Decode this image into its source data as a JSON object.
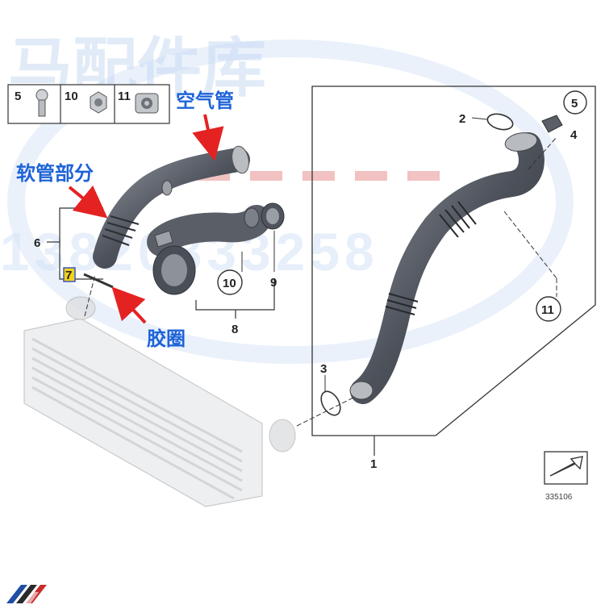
{
  "watermark": {
    "shop_name": "马配件库",
    "phone_partial": "13820833258"
  },
  "legend": {
    "items": [
      {
        "num": "5",
        "icon": "bolt-icon"
      },
      {
        "num": "10",
        "icon": "hex-nut-icon"
      },
      {
        "num": "11",
        "icon": "clip-nut-icon"
      }
    ]
  },
  "annotations": {
    "air_pipe": "空气管",
    "hose_section": "软管部分",
    "gasket": "胶圈"
  },
  "callouts": {
    "n1": "1",
    "n2": "2",
    "n3": "3",
    "n4": "4",
    "n5": "5",
    "n6": "6",
    "n7": "7",
    "n8": "8",
    "n9": "9",
    "n10": "10",
    "n11": "11"
  },
  "diagram_ref": "335106",
  "colors": {
    "annotation_text": "#1e63d8",
    "annotation_arrow": "#e52222",
    "highlight_box": "#f2d21b",
    "watermark": "#c9dbf4"
  }
}
